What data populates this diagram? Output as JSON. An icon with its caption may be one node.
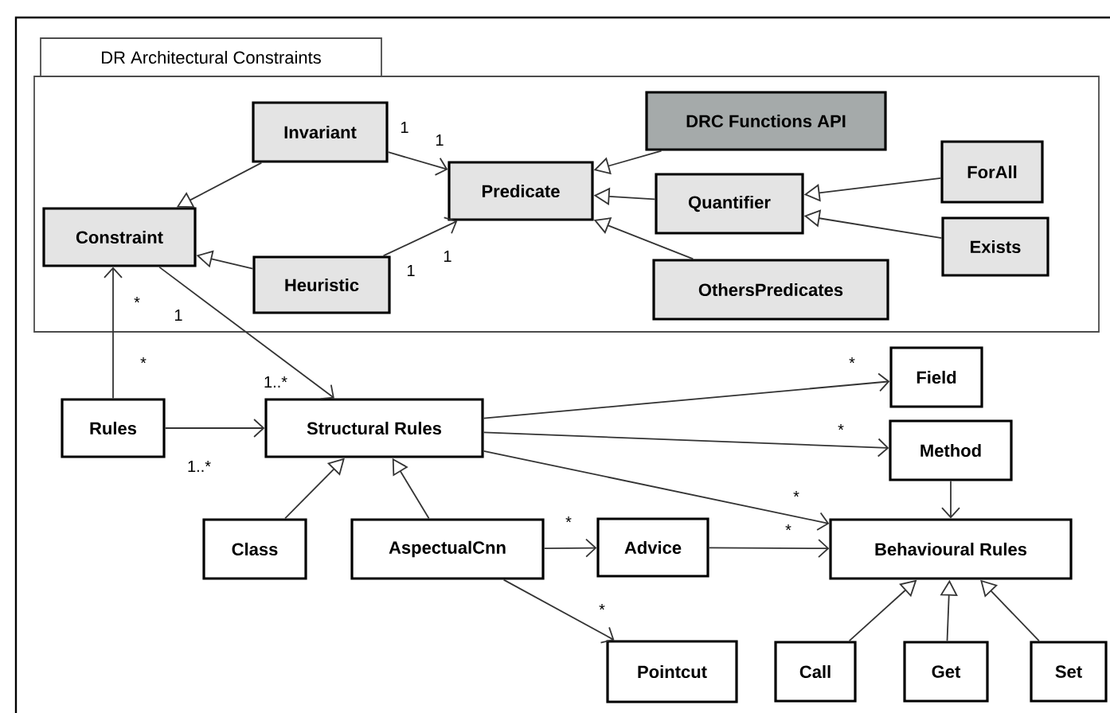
{
  "diagram": {
    "nodes": [
      {
        "text": [
          "DR Architectural Constraints"
        ]
      },
      {
        "text": [
          "Invariant"
        ],
        "in": 0
      },
      {
        "text": [
          "Constraint"
        ],
        "in": 0
      },
      {
        "text": [
          "Heuristic"
        ],
        "in": 0
      },
      {
        "text": [
          "Predicate"
        ],
        "in": 0
      },
      {
        "text": [
          "DRC Functions API"
        ],
        "in": 0
      },
      {
        "text": [
          "Quantifier"
        ],
        "in": 0
      },
      {
        "text": [
          "ForAll"
        ],
        "in": 0
      },
      {
        "text": [
          "Exists"
        ],
        "in": 0
      },
      {
        "text": [
          "OthersPredicates"
        ],
        "in": 0
      },
      {
        "text": [
          "Rules"
        ]
      },
      {
        "text": [
          "Structural Rules"
        ]
      },
      {
        "text": [
          "Field"
        ]
      },
      {
        "text": [
          "Method"
        ]
      },
      {
        "text": [
          "Class"
        ]
      },
      {
        "text": [
          "AspectualCnn"
        ]
      },
      {
        "text": [
          "Advice"
        ]
      },
      {
        "text": [
          "Behavioural Rules"
        ]
      },
      {
        "text": [
          "Pointcut"
        ]
      },
      {
        "text": [
          "Call"
        ]
      },
      {
        "text": [
          "Get"
        ]
      },
      {
        "text": [
          "Set"
        ]
      }
    ],
    "edges": [
      {
        "from": 1,
        "to": 2,
        "arrow": "to"
      },
      {
        "from": 3,
        "to": 2,
        "arrow": "to"
      },
      {
        "from": 1,
        "to": 4,
        "arrow": "to"
      },
      {
        "from": 3,
        "to": 4,
        "arrow": "to"
      },
      {
        "from": 5,
        "to": 4,
        "arrow": "to"
      },
      {
        "from": 6,
        "to": 4,
        "arrow": "to"
      },
      {
        "from": 9,
        "to": 4,
        "arrow": "to"
      },
      {
        "from": 7,
        "to": 6,
        "arrow": "to"
      },
      {
        "from": 8,
        "to": 6,
        "arrow": "to"
      },
      {
        "from": 10,
        "to": 2,
        "arrow": "to"
      },
      {
        "from": 2,
        "to": 11,
        "arrow": "to"
      },
      {
        "from": 10,
        "to": 11,
        "arrow": "to"
      },
      {
        "from": 11,
        "to": 12,
        "arrow": "to"
      },
      {
        "from": 11,
        "to": 13,
        "arrow": "to"
      },
      {
        "from": 11,
        "to": 17,
        "arrow": "to"
      },
      {
        "from": 14,
        "to": 11,
        "arrow": "to"
      },
      {
        "from": 15,
        "to": 11,
        "arrow": "to"
      },
      {
        "from": 15,
        "to": 16,
        "arrow": "to"
      },
      {
        "from": 15,
        "to": 18,
        "arrow": "to"
      },
      {
        "from": 16,
        "to": 17,
        "arrow": "to"
      },
      {
        "from": 13,
        "to": 17,
        "arrow": "to"
      },
      {
        "from": 19,
        "to": 17,
        "arrow": "to"
      },
      {
        "from": 20,
        "to": 17,
        "arrow": "to"
      },
      {
        "from": 21,
        "to": 17,
        "arrow": "to"
      }
    ],
    "labels": [
      "1",
      "1",
      "1",
      "1",
      "*",
      "1",
      "*",
      "1..*",
      "1..*",
      "*",
      "*",
      "*",
      "*",
      "*",
      "*"
    ]
  }
}
